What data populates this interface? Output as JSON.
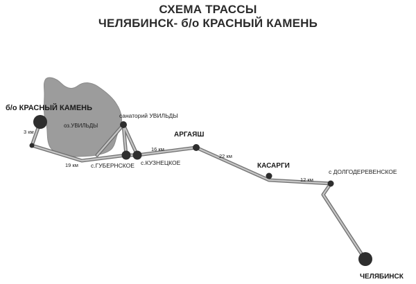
{
  "header": {
    "title_line1": "СХЕМА ТРАССЫ",
    "title_line2": "ЧЕЛЯБИНСК- б/о КРАСНЫЙ КАМЕНЬ"
  },
  "places": {
    "krasny_kamen": "б/о КРАСНЫЙ КАМЕНЬ",
    "lake_uvildy": "оз.УВИЛЬДЫ",
    "sanatorium_uvildy": "санаторий УВИЛЬДЫ",
    "gubernskoe": "с.ГУБЕРНСКОЕ",
    "kuznetskoe": "с.КУЗНЕЦКОЕ",
    "argayash": "АРГАЯШ",
    "kasargi": "КАСАРГИ",
    "dolgoderevenskoe": "с ДОЛГОДЕРЕВЕНСКОЕ",
    "chelyabinsk": "ЧЕЛЯБИНСК"
  },
  "distances": {
    "d1": "3 км",
    "d2": "19 км",
    "d3": "16 км",
    "d4": "22 км",
    "d5": "12 км"
  },
  "colors": {
    "road": "#6e6e6e",
    "road_highlight": "#c4c4c4",
    "lake": "#9c9c9c",
    "node": "#2e2e2e"
  }
}
